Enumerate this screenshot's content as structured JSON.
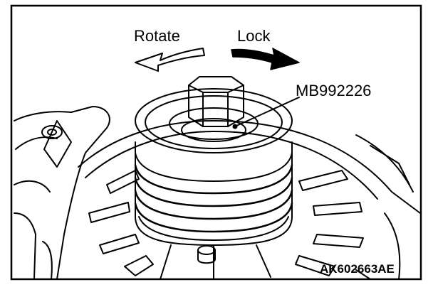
{
  "labels": {
    "rotate": "Rotate",
    "lock": "Lock",
    "part_number": "MB992226",
    "figure_code": "AK602663AE"
  },
  "diagram": {
    "subject": "alternator pulley with special tool",
    "arrows": [
      {
        "name": "rotate-arrow",
        "style": "outline",
        "direction": "left"
      },
      {
        "name": "lock-arrow",
        "style": "filled",
        "direction": "right"
      }
    ]
  },
  "colors": {
    "ink": "#000000",
    "background": "#ffffff"
  }
}
